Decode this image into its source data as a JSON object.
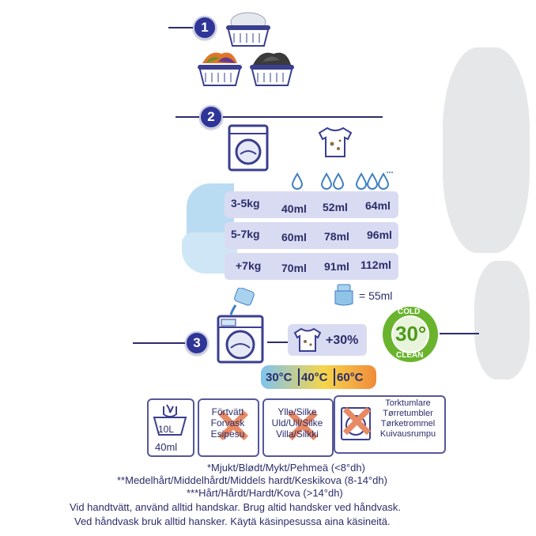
{
  "steps": [
    "1",
    "2",
    "3"
  ],
  "dosage": {
    "rows": [
      {
        "kg": "3-5kg",
        "soft": "40ml",
        "medium": "52ml",
        "hard": "64ml"
      },
      {
        "kg": "5-7kg",
        "soft": "60ml",
        "medium": "78ml",
        "hard": "96ml"
      },
      {
        "kg": "+7kg",
        "soft": "70ml",
        "medium": "91ml",
        "hard": "112ml"
      }
    ],
    "cap_amount": "= 55ml",
    "stain_extra": "+30%"
  },
  "cold_clean": {
    "top": "COLD",
    "value": "30°",
    "bottom": "CLEAN"
  },
  "temperatures": [
    "30°C",
    "40°C",
    "60°C"
  ],
  "hand_wash": {
    "volume": "10L",
    "dose": "40ml"
  },
  "prewash_label": "Förtvätt\nForvask\nEsipesu",
  "wool_silk_label": "Ylle/Silke\nUld/Uil/Silke\nVilla/Silkki",
  "tumble_label": "Torktumlare\nTørretumbler\nTørketrommel\nKuivausrumpu",
  "footnotes": [
    "*Mjukt/Blødt/Mykt/Pehmeä (<8°dh)",
    "**Medelhårt/Middelhårdt/Middels hardt/Keskikova (8-14°dh)",
    "***Hårt/Hårdt/Hardt/Kova (>14°dh)",
    "Vid handtvätt, använd alltid handskar. Brug altid handsker ved håndvask.",
    "Ved håndvask bruk alltid hansker. Käytä käsinpesussa aina käsineitä."
  ],
  "colors": {
    "navy": "#2b2d6a",
    "band": "#d9dbf2",
    "blue_bucket": "#b9dcf3",
    "green": "#6ab42d",
    "orange": "#e88a64"
  }
}
